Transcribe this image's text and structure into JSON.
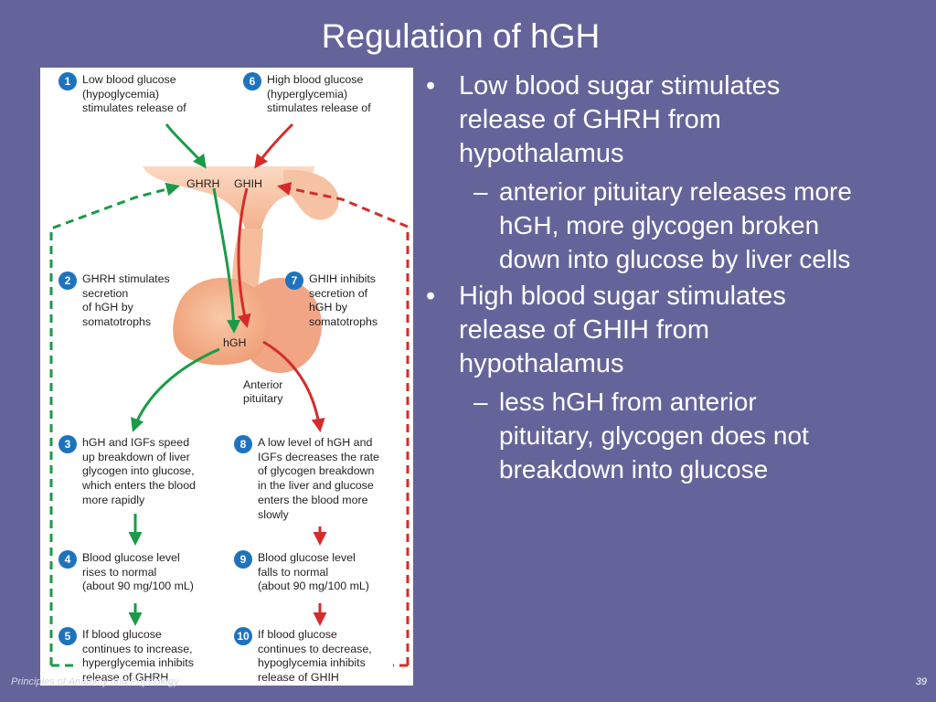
{
  "slide": {
    "title": "Regulation of hGH",
    "footer": "Principles of Anatomy and Physiology",
    "page_number": "39"
  },
  "diagram": {
    "labels": {
      "ghrh": "GHRH",
      "ghih": "GHIH",
      "hgh": "hGH",
      "anterior_pituitary": "Anterior\npituitary"
    },
    "steps": [
      {
        "number": "1",
        "text": "Low blood glucose\n(hypoglycemia)\nstimulates release of"
      },
      {
        "number": "2",
        "text": "GHRH stimulates\nsecretion\nof hGH by\nsomatotrophs"
      },
      {
        "number": "3",
        "text": "hGH and IGFs speed\nup breakdown of liver\nglycogen into glucose,\nwhich enters the blood\nmore rapidly"
      },
      {
        "number": "4",
        "text": "Blood glucose level\nrises to normal\n(about 90 mg/100 mL)"
      },
      {
        "number": "5",
        "text": "If blood glucose\ncontinues to increase,\nhyperglycemia inhibits\nrelease of GHRH"
      },
      {
        "number": "6",
        "text": "High blood glucose\n(hyperglycemia)\nstimulates release of"
      },
      {
        "number": "7",
        "text": "GHIH inhibits\nsecretion of\nhGH by\nsomatotrophs"
      },
      {
        "number": "8",
        "text": "A low level of hGH and\nIGFs decreases the rate\nof glycogen breakdown\nin the liver and glucose\nenters the blood more\nslowly"
      },
      {
        "number": "9",
        "text": "Blood glucose level\nfalls to normal\n(about 90 mg/100 mL)"
      },
      {
        "number": "10",
        "text": "If blood glucose\ncontinues to decrease,\nhypoglycemia inhibits\nrelease of GHIH"
      }
    ],
    "colors": {
      "stimulate": "#1a9b48",
      "inhibit": "#d62b2b",
      "tissue": "#f5b896",
      "step_number": "#1e73be"
    }
  },
  "bullets": [
    {
      "level": 1,
      "marker": "•",
      "text": "Low blood sugar stimulates\nrelease of GHRH from\nhypothalamus"
    },
    {
      "level": 2,
      "marker": "–",
      "text": "anterior pituitary releases more\nhGH, more glycogen broken\ndown into glucose by liver cells"
    },
    {
      "level": 1,
      "marker": "•",
      "text": "High blood sugar stimulates\nrelease of GHIH from\nhypothalamus"
    },
    {
      "level": 2,
      "marker": "–",
      "text": "less hGH from anterior\npituitary, glycogen does not\nbreakdown into glucose"
    }
  ]
}
